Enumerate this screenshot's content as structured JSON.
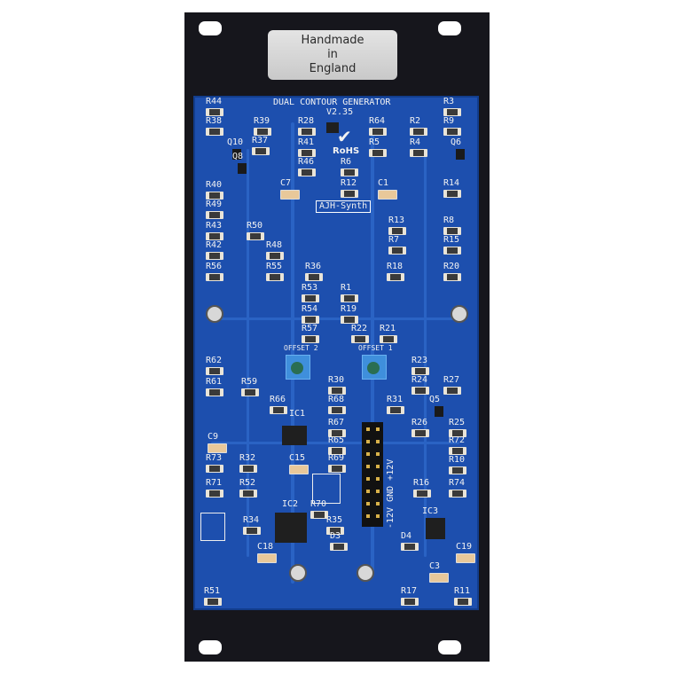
{
  "panel": {
    "label": [
      "Handmade",
      "in",
      "England"
    ]
  },
  "pcb": {
    "title": "DUAL CONTOUR GENERATOR",
    "version": "V2.35",
    "rohs": "RoHS",
    "brand": "AJH-Synth",
    "offset_2": "OFFSET 2",
    "offset_1": "OFFSET 1",
    "power_header": "-12V GND +12V",
    "designators": [
      "R44",
      "R38",
      "R39",
      "R37",
      "Q10",
      "Q8",
      "R40",
      "R49",
      "R43",
      "R42",
      "R56",
      "R50",
      "R48",
      "R55",
      "R36",
      "R53",
      "R54",
      "R57",
      "R28",
      "R41",
      "R46",
      "R64",
      "R5",
      "R6",
      "R12",
      "R2",
      "R4",
      "R3",
      "R9",
      "Q6",
      "R14",
      "R13",
      "R8",
      "R7",
      "R15",
      "R18",
      "R20",
      "R1",
      "R19",
      "R22",
      "R21",
      "R62",
      "R61",
      "R59",
      "R30",
      "R24",
      "R27",
      "R23",
      "R66",
      "R68",
      "R31",
      "R25",
      "R26",
      "R67",
      "R65",
      "R69",
      "R72",
      "R10",
      "R32",
      "R73",
      "R71",
      "R52",
      "R16",
      "R74",
      "R34",
      "R35",
      "R70",
      "C7",
      "C1",
      "C9",
      "C15",
      "C18",
      "C3",
      "C19",
      "D3",
      "D4",
      "R17",
      "R11",
      "R51",
      "IC1",
      "IC2",
      "IC3",
      "Q5"
    ]
  },
  "colors": {
    "pcb": "#1d4fae",
    "panel": "#16161c",
    "silkscreen": "#f2f2f2"
  }
}
